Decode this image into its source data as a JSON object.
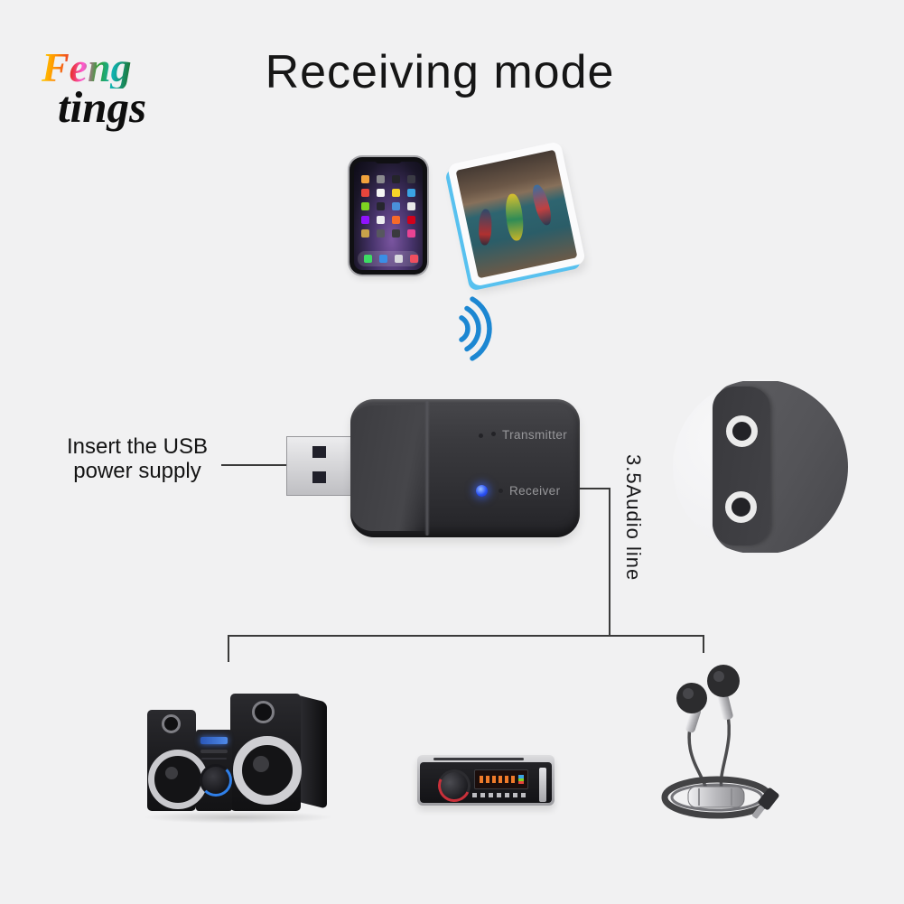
{
  "brand": {
    "word1": "Feng",
    "word2": "tings"
  },
  "title": "Receiving mode",
  "annotations": {
    "usb_note_line1": "Insert the USB",
    "usb_note_line2": "power supply",
    "audio_line_label": "3.5Audio line"
  },
  "dongle": {
    "transmitter_label": "Transmitter",
    "receiver_label": "Receiver"
  },
  "colors": {
    "background": "#f1f1f2",
    "wireless_icon_blue": "#1c87d2",
    "connector_line": "#3a3a3a",
    "receiver_led_blue": "#2a52f5",
    "dongle_label_gray": "#97979a",
    "tablet_accent_blue": "#58c1ef",
    "stereo_display_blue": "#3a6fd8",
    "car_display_orange": "#ef7b2a"
  },
  "icon_names": {
    "wireless": "wireless-signal-icon",
    "phone": "smartphone-image",
    "tablet": "tablet-image",
    "dongle": "usb-bluetooth-dongle-image",
    "jack_closeup": "aux-jack-closeup-image",
    "stereo": "stereo-system-image",
    "car_stereo": "car-stereo-image",
    "earphones": "earphones-image"
  }
}
